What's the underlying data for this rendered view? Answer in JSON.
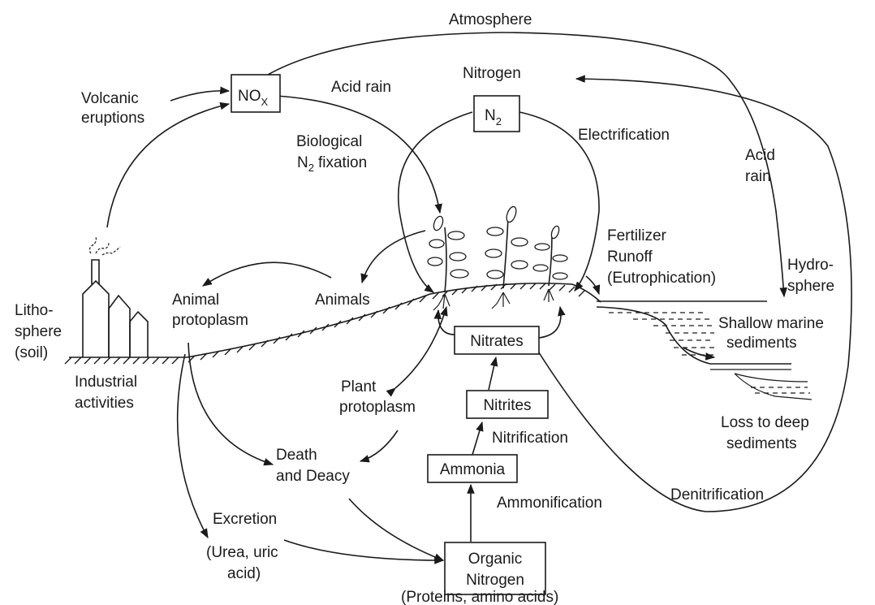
{
  "labels": {
    "atmosphere": "Atmosphere",
    "volcanic_1": "Volcanic",
    "volcanic_2": "eruptions",
    "acid_rain_top": "Acid rain",
    "nitrogen": "Nitrogen",
    "bio_fix_1": "Biological",
    "bio_fix_2": "fixation",
    "electrification": "Electrification",
    "acid_rain_right_1": "Acid",
    "acid_rain_right_2": "rain",
    "fertilizer_1": "Fertilizer",
    "fertilizer_2": "Runoff",
    "fertilizer_3": "(Eutrophication)",
    "hydro_1": "Hydro-",
    "hydro_2": "sphere",
    "shallow_1": "Shallow marine",
    "shallow_2": "sediments",
    "loss_1": "Loss to deep",
    "loss_2": "sediments",
    "litho_1": "Litho-",
    "litho_2": "sphere",
    "litho_3": "(soil)",
    "industrial_1": "Industrial",
    "industrial_2": "activities",
    "animal_proto_1": "Animal",
    "animal_proto_2": "protoplasm",
    "animals": "Animals",
    "plant_proto_1": "Plant",
    "plant_proto_2": "protoplasm",
    "death_1": "Death",
    "death_2": "and Deacy",
    "excretion": "Excretion",
    "urea_1": "(Urea, uric",
    "urea_2": "acid)",
    "nitrification": "Nitrification",
    "ammonification": "Ammonification",
    "denitrification": "Denitrification",
    "proteins": "(Proteins, amino acids)"
  },
  "boxes": {
    "nox_main": "NO",
    "nox_sub": "X",
    "n2_main": "N",
    "n2_sub": "2",
    "nitrates": "Nitrates",
    "nitrites": "Nitrites",
    "ammonia": "Ammonia",
    "organic_1": "Organic",
    "organic_2": "Nitrogen"
  },
  "bio_fix_n": "N",
  "bio_fix_sub": "2"
}
